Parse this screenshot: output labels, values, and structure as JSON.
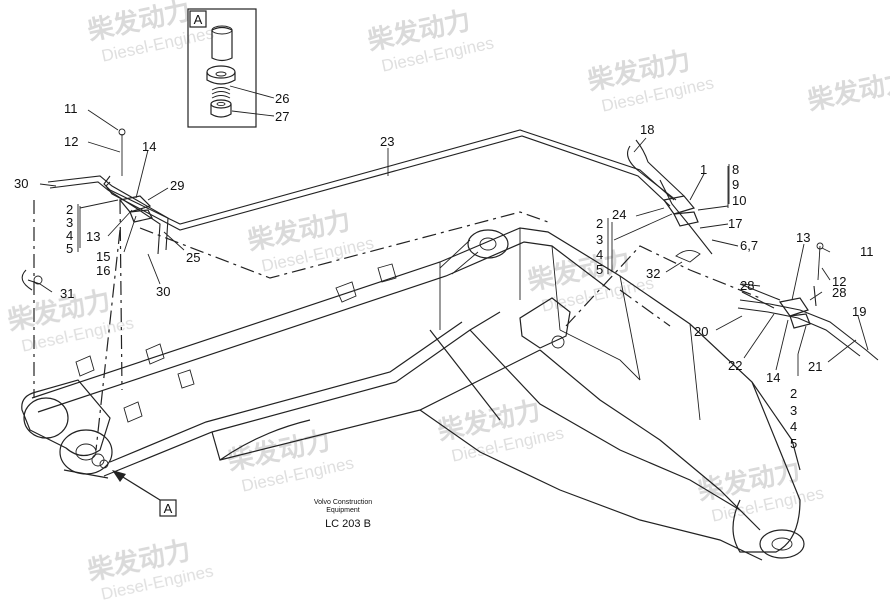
{
  "watermark": {
    "cn": "柴发动力",
    "en": "Diesel-Engines"
  },
  "detail": {
    "label": "A",
    "parts": [
      "26",
      "27"
    ]
  },
  "pointer": {
    "label": "A"
  },
  "callouts": {
    "c11a": "11",
    "c12a": "12",
    "c14a": "14",
    "c29": "29",
    "c30a": "30",
    "c2a": "2",
    "c3a": "3",
    "c4a": "4",
    "c5a": "5",
    "c13a": "13",
    "c15": "15",
    "c16": "16",
    "c25": "25",
    "c30b": "30",
    "c31": "31",
    "c23": "23",
    "c18": "18",
    "c1": "1",
    "c8": "8",
    "c9": "9",
    "c10": "10",
    "c24": "24",
    "c17": "17",
    "c67": "6,7",
    "c2b": "2",
    "c3b": "3",
    "c4b": "4",
    "c5b": "5",
    "c32": "32",
    "c13b": "13",
    "c11b": "11",
    "c12b": "12",
    "c28a": "28",
    "c28b": "28",
    "c20": "20",
    "c22": "22",
    "c14b": "14",
    "c19": "19",
    "c21": "21",
    "c2c": "2",
    "c3c": "3",
    "c4c": "4",
    "c5c": "5"
  },
  "footer": {
    "maker_line1": "Volvo Construction",
    "maker_line2": "Equipment",
    "code": "LC 203 B"
  }
}
